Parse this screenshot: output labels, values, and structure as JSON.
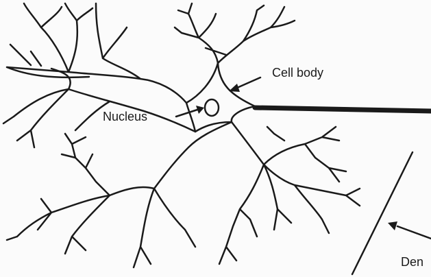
{
  "labels": {
    "cell_body": "Cell body",
    "nucleus": "Nucleus",
    "dendrite_partial": "Den"
  },
  "colors": {
    "ink": "#1a1a1a",
    "background": "#fbfbfb"
  }
}
